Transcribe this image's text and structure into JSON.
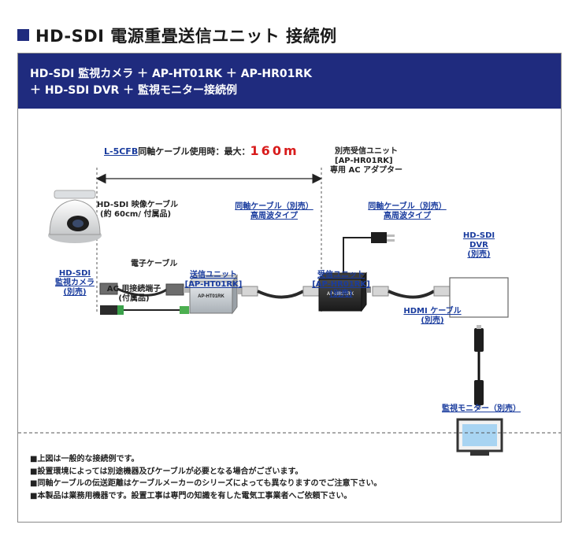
{
  "page_title": "HD-SDI 電源重畳送信ユニット 接続例",
  "header": {
    "line1": "HD-SDI 監視カメラ ＋ AP-HT01RK ＋ AP-HR01RK",
    "line2": "＋ HD-SDI DVR ＋ 監視モニター接続例"
  },
  "distance": {
    "cable_name": "L-5CFB",
    "text": "同軸ケーブル使用時：最大：",
    "value": "160m"
  },
  "camera": {
    "line1": "HD-SDI",
    "line2": "監視カメラ",
    "line3": "(別売)"
  },
  "video_cable": {
    "line1": "HD-SDI 映像ケーブル",
    "line2": "(約 60cm/ 付属品)"
  },
  "ac_terminal": {
    "line1": "AC 用接続端子",
    "line2": "(付属品)"
  },
  "power_cable": "電子ケーブル",
  "transmitter": {
    "line1": "送信ユニット",
    "line2": "[AP-HT01RK]",
    "device_label": "AP-HT01RK"
  },
  "coax1": {
    "line1": "同軸ケーブル（別売）",
    "line2": "高周波タイプ"
  },
  "adapter": {
    "line1": "別売受信ユニット",
    "line2": "[AP-HR01RK]",
    "line3": "専用 AC アダプター"
  },
  "receiver": {
    "line1": "受信ユニット",
    "line2": "[AP-HR01RK]",
    "line3": "(別売)",
    "device_label": "AP-HR01RK"
  },
  "coax2": {
    "line1": "同軸ケーブル（別売）",
    "line2": "高周波タイプ"
  },
  "dvr": {
    "line1": "HD-SDI",
    "line2": "DVR",
    "line3": "(別売)"
  },
  "hdmi": {
    "line1": "HDMI ケーブル",
    "line2": "(別売)"
  },
  "monitor": {
    "label": "監視モニター（別売）"
  },
  "notes": [
    "上図は一般的な接続例です。",
    "設置環境によっては別途機器及びケーブルが必要となる場合がございます。",
    "同軸ケーブルの伝送距離はケーブルメーカーのシリーズによっても異なりますのでご注意下さい。",
    "本製品は業務用機器です。設置工事は専門の知識を有した電気工事業者へご依頼下さい。"
  ],
  "colors": {
    "header": "#1f2b7e",
    "link_blue": "#1a3c9e",
    "distance_red": "#d81c1c"
  }
}
